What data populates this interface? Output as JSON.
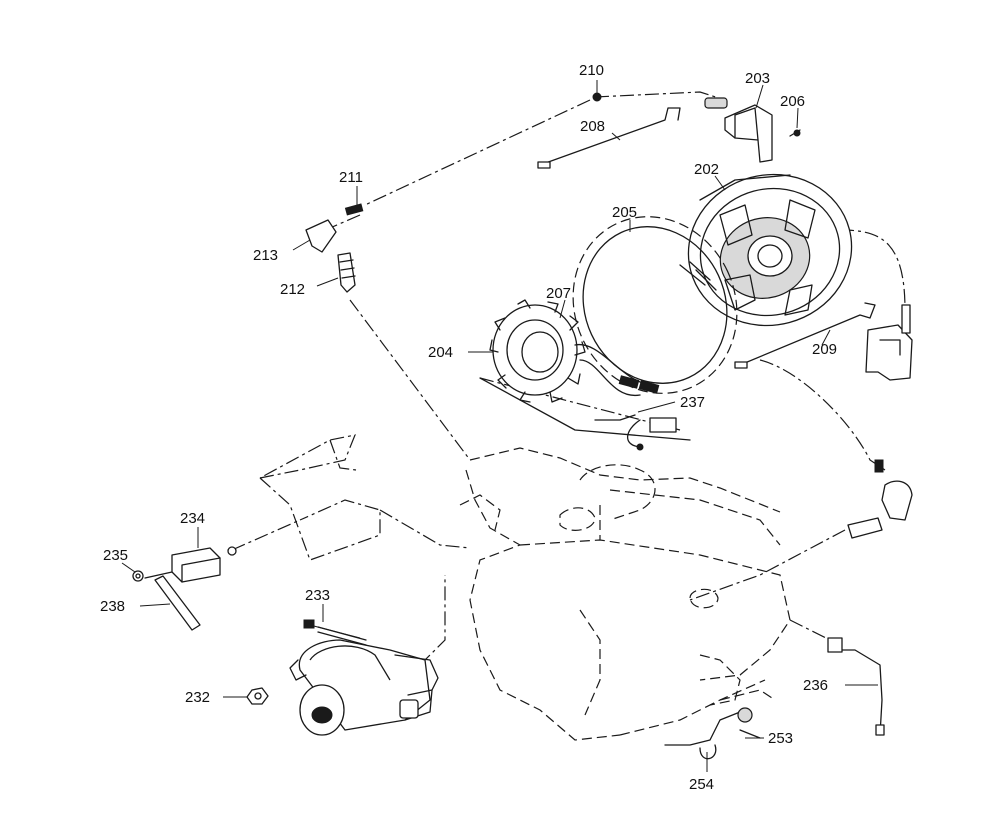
{
  "callouts": [
    {
      "id": "c210",
      "label": "210"
    },
    {
      "id": "c203",
      "label": "203"
    },
    {
      "id": "c206",
      "label": "206"
    },
    {
      "id": "c208",
      "label": "208"
    },
    {
      "id": "c202",
      "label": "202"
    },
    {
      "id": "c211",
      "label": "211"
    },
    {
      "id": "c205",
      "label": "205"
    },
    {
      "id": "c213",
      "label": "213"
    },
    {
      "id": "c212",
      "label": "212"
    },
    {
      "id": "c207",
      "label": "207"
    },
    {
      "id": "c204",
      "label": "204"
    },
    {
      "id": "c209",
      "label": "209"
    },
    {
      "id": "c237",
      "label": "237"
    },
    {
      "id": "c234",
      "label": "234"
    },
    {
      "id": "c235",
      "label": "235"
    },
    {
      "id": "c238",
      "label": "238"
    },
    {
      "id": "c233",
      "label": "233"
    },
    {
      "id": "c232",
      "label": "232"
    },
    {
      "id": "c236",
      "label": "236"
    },
    {
      "id": "c253",
      "label": "253"
    },
    {
      "id": "c254",
      "label": "254"
    }
  ]
}
